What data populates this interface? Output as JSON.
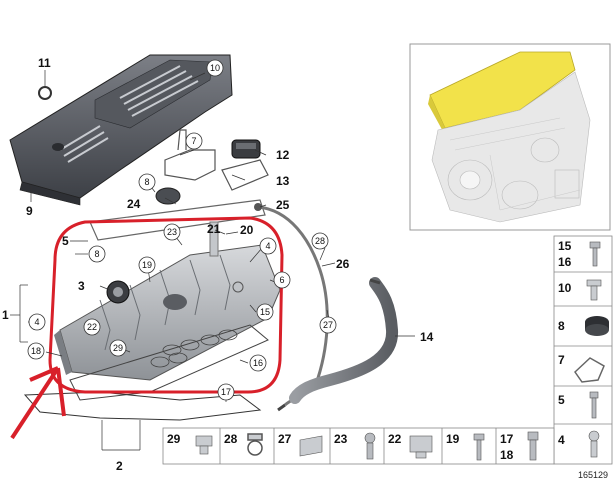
{
  "diagram_id": "165129",
  "callouts": {
    "c11": "11",
    "c10": "10",
    "c7": "7",
    "c12": "12",
    "c13": "13",
    "c8a": "8",
    "c24": "24",
    "c9": "9",
    "c25": "25",
    "c21": "21",
    "c20": "20",
    "c23": "23",
    "c28": "28",
    "c26": "26",
    "c5a": "5",
    "c8b": "8",
    "c3": "3",
    "c19": "19",
    "c4a": "4",
    "c6": "6",
    "c1": "1",
    "c4b": "4",
    "c22": "22",
    "c15a": "15",
    "c14": "14",
    "c27": "27",
    "c18a": "18",
    "c29a": "29",
    "c16": "16",
    "c17a": "17",
    "c2": "2"
  },
  "legend_right": [
    {
      "a": "15",
      "b": "16"
    },
    {
      "a": "10",
      "b": ""
    },
    {
      "a": "8",
      "b": ""
    },
    {
      "a": "7",
      "b": ""
    },
    {
      "a": "5",
      "b": ""
    },
    {
      "a": "4",
      "b": ""
    }
  ],
  "legend_bottom": [
    {
      "a": "29",
      "b": ""
    },
    {
      "a": "28",
      "b": ""
    },
    {
      "a": "27",
      "b": ""
    },
    {
      "a": "23",
      "b": ""
    },
    {
      "a": "22",
      "b": ""
    },
    {
      "a": "19",
      "b": ""
    },
    {
      "a": "17",
      "b": "18"
    }
  ],
  "colors": {
    "highlight_box": "#d8202a",
    "arrow": "#d8202a",
    "engine_highlight": "#f2e24a"
  }
}
